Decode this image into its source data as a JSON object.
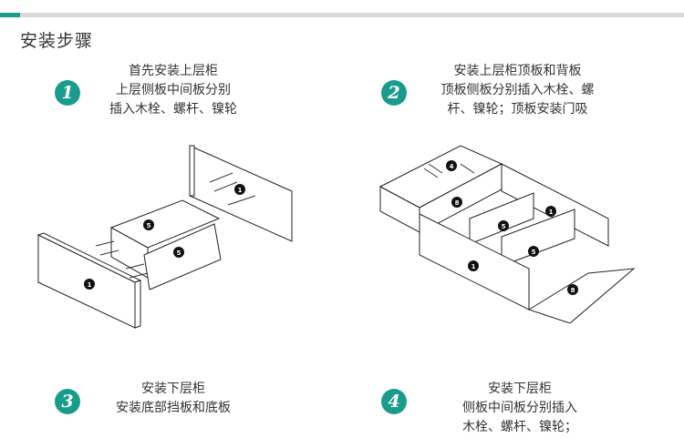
{
  "title": "安装步骤",
  "steps": [
    {
      "number": "1",
      "lines": [
        "首先安装上层柜",
        "上层侧板中间板分别",
        "插入木栓、螺杆、镍轮"
      ]
    },
    {
      "number": "2",
      "lines": [
        "安装上层柜顶板和背板",
        "顶板侧板分别插入木栓、螺",
        "杆、镍轮；顶板安装门吸"
      ]
    },
    {
      "number": "3",
      "lines": [
        "安装下层柜",
        "安装底部挡板和底板"
      ]
    },
    {
      "number": "4",
      "lines": [
        "安装下层柜",
        "侧板中间板分别插入",
        "木栓、螺杆、镍轮；"
      ]
    }
  ],
  "part_labels": {
    "side_panel": "1",
    "top_panel": "4",
    "middle_panel": "5",
    "back_panel": "8"
  },
  "colors": {
    "accent": "#1a9c8c",
    "divider": "#d9d9d9"
  }
}
